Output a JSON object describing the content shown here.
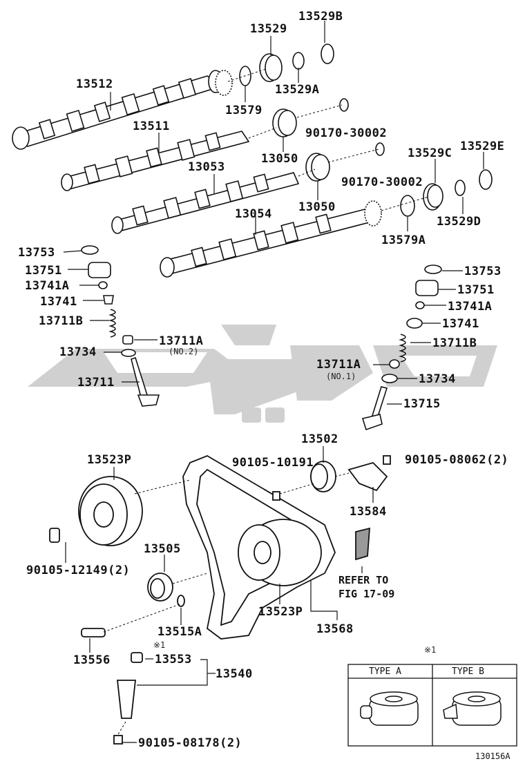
{
  "parts": {
    "p13529": "13529",
    "p13529B": "13529B",
    "p13512": "13512",
    "p13529A": "13529A",
    "p13579": "13579",
    "p13511": "13511",
    "p90170a": "90170-30002",
    "p13050a": "13050",
    "p13053": "13053",
    "p90170b": "90170-30002",
    "p13529C": "13529C",
    "p13529E": "13529E",
    "p13050b": "13050",
    "p13054": "13054",
    "p13529D": "13529D",
    "p13579A": "13579A",
    "l13753": "13753",
    "l13751": "13751",
    "l13741A": "13741A",
    "l13741": "13741",
    "l13711B": "13711B",
    "l13711A": "13711A",
    "l13734": "13734",
    "l13711": "13711",
    "r13753": "13753",
    "r13751": "13751",
    "r13741A": "13741A",
    "r13741": "13741",
    "r13711B": "13711B",
    "r13711A": "13711A",
    "r13734": "13734",
    "r13715": "13715",
    "p13502": "13502",
    "p13523Pa": "13523P",
    "p90105_10191": "90105-10191",
    "p90105_08062": "90105-08062(2)",
    "p13584": "13584",
    "p90105_12149": "90105-12149(2)",
    "p13505": "13505",
    "p13523Pb": "13523P",
    "p13568": "13568",
    "p13515A": "13515A",
    "p13556": "13556",
    "p13553": "13553",
    "p13540": "13540",
    "p90105_08178": "90105-08178(2)"
  },
  "notes": {
    "no2": "(NO.2)",
    "no1": "(NO.1)",
    "refer1": "REFER TO",
    "refer2": "FIG 17-09",
    "mark1": "※1",
    "mark2": "※1"
  },
  "types": {
    "type_a": "TYPE A",
    "type_b": "TYPE B"
  },
  "code": "130156A"
}
